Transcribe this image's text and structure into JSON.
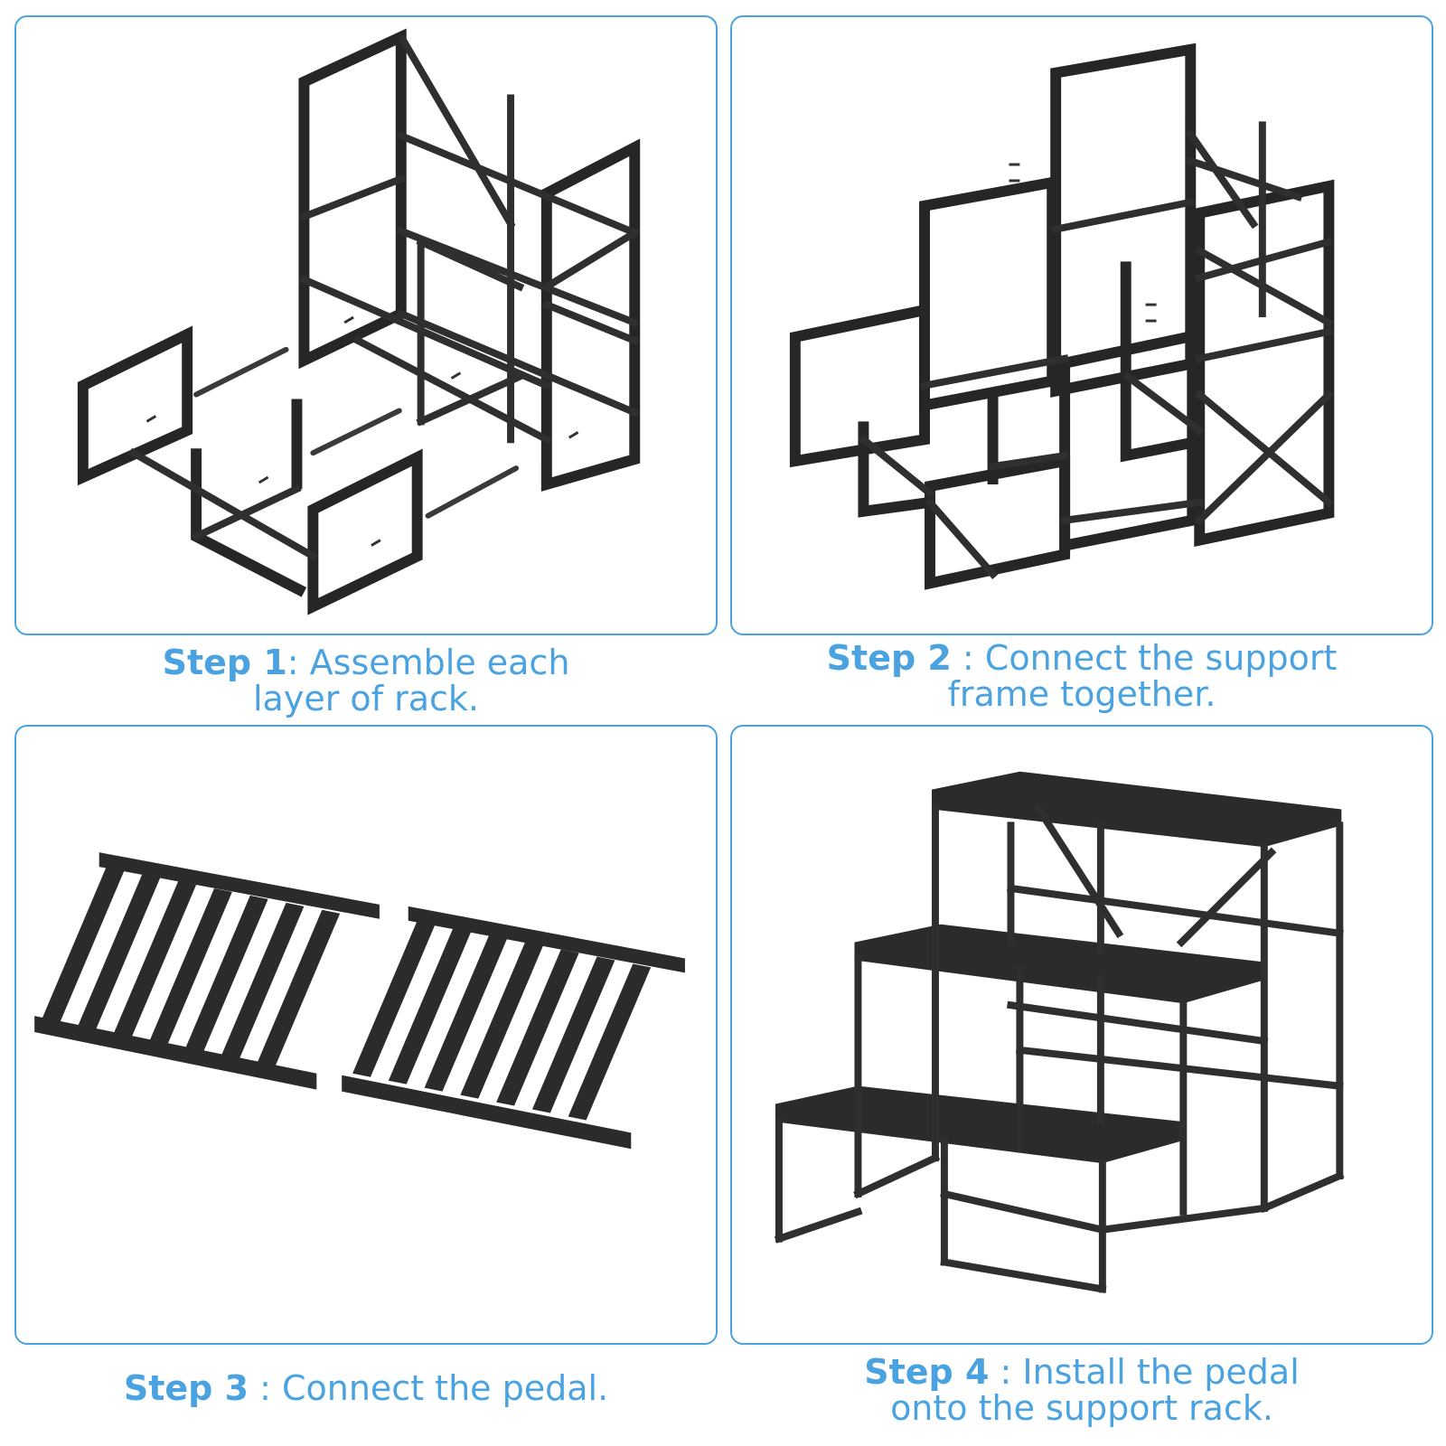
{
  "steps": [
    {
      "id": "step1",
      "label": "Step 1",
      "text_line1": ": Assemble each",
      "text_line2": "layer of rack."
    },
    {
      "id": "step2",
      "label": "Step 2",
      "text_line1": " :  Connect the support",
      "text_line2": "frame together."
    },
    {
      "id": "step3",
      "label": "Step 3",
      "text_line1": " : Connect the pedal.",
      "text_line2": ""
    },
    {
      "id": "step4",
      "label": "Step 4",
      "text_line1": " : Install the pedal",
      "text_line2": "onto the support rack."
    }
  ],
  "colors": {
    "accent": "#4aa3e0",
    "metal": "#2f2f2f"
  }
}
